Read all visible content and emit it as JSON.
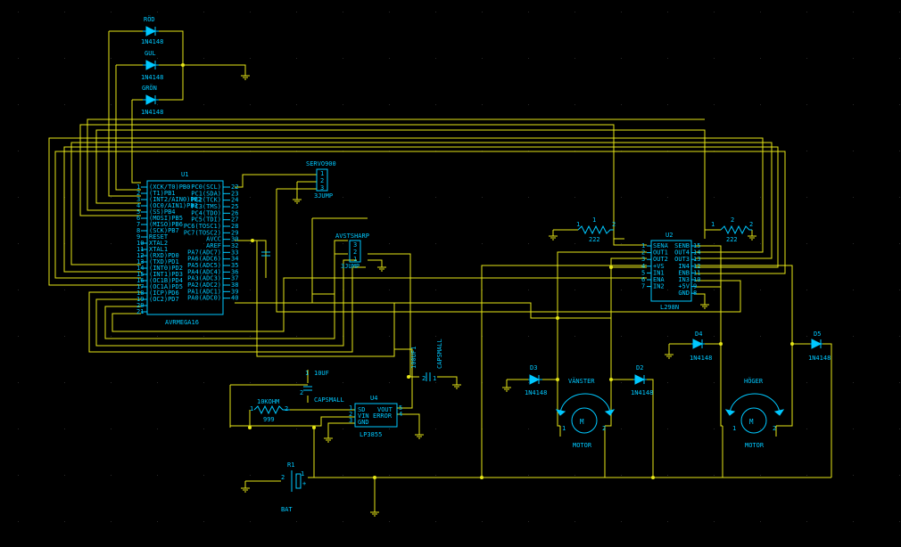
{
  "labels": {
    "rod": "RÖD",
    "gul": "GUL",
    "gron": "GRÖN",
    "diode": "1N4148",
    "d1": "D4",
    "d2": "D5",
    "d3": "D3",
    "d4": "D2",
    "u1": "U1",
    "u1_part": "AVRMEGA16",
    "u1_left_pins": [
      "(XCK/T0)PB0",
      "(T1)PB1",
      "(INT2/AIN0)PB2",
      "(OC0/AIN1)PB3",
      "(SS)PB4",
      "(MOSI)PB5",
      "(MISO)PB6",
      "(SCK)PB7",
      "RESET",
      "XTAL2",
      "XTAL1",
      "(RXD)PD0",
      "(TXD)PD1",
      "(INT0)PD2",
      "(INT1)PD3",
      "(OC1B)PD4",
      "(OC1A)PD5",
      "(ICP)PD6",
      "(OC2)PD7"
    ],
    "u1_left_nums": [
      "1",
      "2",
      "3",
      "4",
      "5",
      "6",
      "7",
      "8",
      "9",
      "10",
      "11",
      "12",
      "13",
      "14",
      "15",
      "16",
      "17",
      "18",
      "19",
      "20",
      "21"
    ],
    "u1_right_pins": [
      "PC0(SCL)",
      "PC1(SDA)",
      "PC2(TCK)",
      "PC3(TMS)",
      "PC4(TDO)",
      "PC5(TDI)",
      "PC6(TOSC1)",
      "PC7(TOSC2)",
      "AVCC",
      "AREF",
      "PA7(ADC7)",
      "PA6(ADC6)",
      "PA5(ADC5)",
      "PA4(ADC4)",
      "PA3(ADC3)",
      "PA2(ADC2)",
      "PA1(ADC1)",
      "PA0(ADC0)"
    ],
    "u1_right_nums": [
      "22",
      "23",
      "24",
      "25",
      "26",
      "27",
      "28",
      "29",
      "30",
      "32",
      "33",
      "34",
      "35",
      "36",
      "37",
      "38",
      "39",
      "40"
    ],
    "servo": "SERVO900",
    "servo_part": "3JUMP",
    "avst": "AVSTSHARP",
    "avst_part": "3JUMP",
    "u2": "U2",
    "u2_part": "L298N",
    "u2_left_pins": [
      "SENA",
      "OUT1",
      "OUT2",
      "+VS",
      "IN1",
      "ENA",
      "IN2"
    ],
    "u2_left_nums": [
      "1",
      "2",
      "3",
      "4",
      "5",
      "6",
      "7"
    ],
    "u2_right_pins": [
      "SENB",
      "OUT4",
      "OUT3",
      "IN4",
      "ENB",
      "IN3",
      "+5V",
      "GND"
    ],
    "u2_right_nums": [
      "15",
      "14",
      "13",
      "12",
      "11",
      "10",
      "9",
      "8"
    ],
    "r_left": "222",
    "r_right": "222",
    "res_pin1": "1",
    "res_pin2": "2",
    "cap_10uf": "10UF",
    "capsmall": "CAPSMALL",
    "cap_100uf": "100UF1",
    "capsmall2": "CAPSMALL",
    "r_10k": "10KOHM",
    "r_10k_val": "999",
    "u4": "U4",
    "u4_part": "LP3855",
    "u4_pins": [
      "SD",
      "VIN",
      "GND",
      "VOUT",
      "ERROR"
    ],
    "motor_left": "VÄNSTER",
    "motor_right": "HÖGER",
    "motor": "MOTOR",
    "motor_m": "M",
    "batt": "R1",
    "batt_part": "BAT"
  }
}
